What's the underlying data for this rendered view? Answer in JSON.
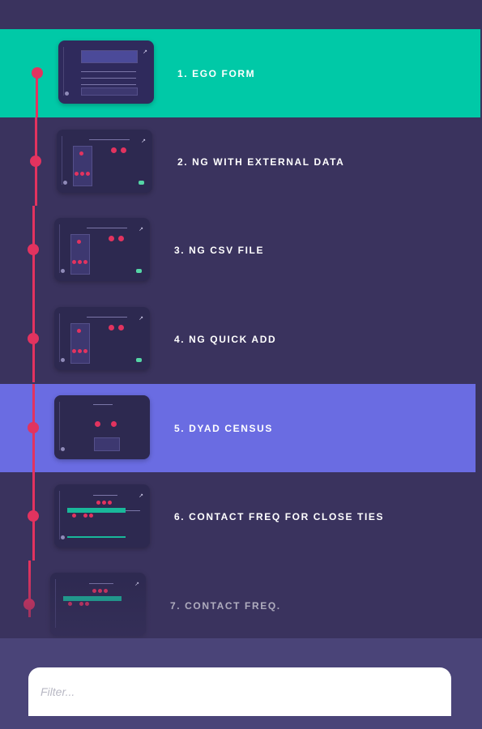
{
  "timeline": {
    "stages": [
      {
        "label": "1. EGO FORM"
      },
      {
        "label": "2. NG WITH EXTERNAL DATA"
      },
      {
        "label": "3. NG CSV FILE"
      },
      {
        "label": "4. NG QUICK ADD"
      },
      {
        "label": "5. DYAD CENSUS"
      },
      {
        "label": "6. CONTACT FREQ FOR CLOSE TIES"
      },
      {
        "label": "7. CONTACT FREQ."
      }
    ]
  },
  "footer": {
    "filter_placeholder": "Filter..."
  },
  "colors": {
    "background": "#3a335e",
    "highlight_teal": "#00c9a7",
    "highlight_blue": "#6a6ce2",
    "timeline_red": "#e2335f",
    "footer": "#4a4478"
  }
}
